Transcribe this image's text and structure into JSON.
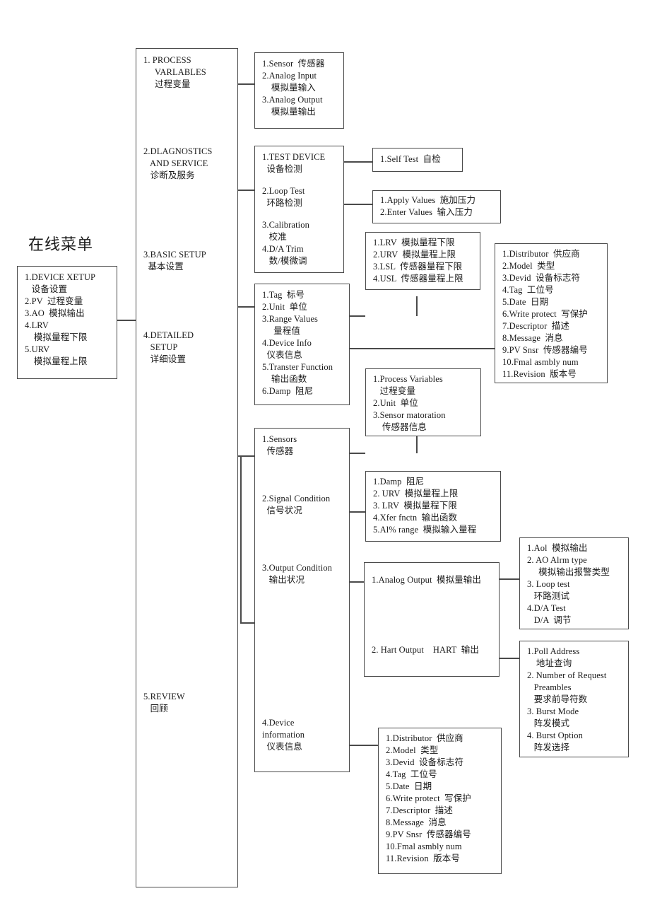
{
  "diagram": {
    "title": "在线菜单",
    "title_translation": "Online Menu"
  },
  "root_menu": {
    "name": "root-menu-box",
    "lines": [
      "1.DEVICE XETUP",
      "   设备设置",
      "2.PV  过程变量",
      "3.AO  模拟输出",
      "4.LRV",
      "    模拟量程下限",
      "5.URV",
      "    模拟量程上限"
    ]
  },
  "level1": {
    "name": "level1-menu-box",
    "items": [
      {
        "id": "process-variables",
        "lines": [
          "1. PROCESS",
          "     VARLABLES",
          "     过程变量"
        ]
      },
      {
        "id": "diagnostics-and-service",
        "lines": [
          "2.DLAGNOSTICS",
          "   AND SERVICE",
          "   诊断及服务"
        ]
      },
      {
        "id": "basic-setup",
        "lines": [
          "3.BASIC SETUP",
          "  基本设置"
        ]
      },
      {
        "id": "detailed-setup",
        "lines": [
          "4.DETAILED",
          "   SETUP",
          "   详细设置"
        ]
      },
      {
        "id": "review",
        "lines": [
          "5.REVIEW",
          "   回顾"
        ]
      }
    ]
  },
  "process_variables_sub": {
    "name": "process-variables-submenu",
    "lines": [
      "1.Sensor  传感器",
      "2.Analog Input",
      "    模拟量输入",
      "3.Analog Output",
      "    模拟量输出"
    ]
  },
  "diagnostics_sub": {
    "name": "diagnostics-submenu",
    "items": [
      {
        "id": "test-device",
        "lines": [
          "1.TEST DEVICE",
          "  设备检测"
        ]
      },
      {
        "id": "loop-test",
        "lines": [
          "2.Loop Test",
          "  环路检测"
        ]
      },
      {
        "id": "calibration-da-trim",
        "lines": [
          "3.Calibration",
          "   校准",
          "4.D/A Trim",
          "   数/模微调"
        ]
      }
    ]
  },
  "self_test_box": {
    "name": "self-test-box",
    "lines": [
      "1.Self Test  自检"
    ]
  },
  "loop_test_values_box": {
    "name": "loop-test-values-box",
    "lines": [
      "1.Apply Values  施加压力",
      "2.Enter Values  输入压力"
    ]
  },
  "basic_setup_sub": {
    "name": "basic-setup-submenu",
    "lines": [
      "1.Tag  标号",
      "2.Unit  单位",
      "3.Range Values",
      "     量程值",
      "4.Device Info",
      "  仪表信息",
      "5.Transter Function",
      "    输出函数",
      "6.Damp  阻尼"
    ]
  },
  "range_values_box": {
    "name": "range-values-box",
    "lines": [
      "1.LRV  模拟量程下限",
      "2.URV  模拟量程上限",
      "3.LSL  传感器量程下限",
      "4.USL  传感器量程上限"
    ]
  },
  "device_info_box": {
    "name": "device-info-box",
    "lines": [
      "1.Distributor  供应商",
      "2.Model  类型",
      "3.Devid  设备标志符",
      "4.Tag  工位号",
      "5.Date  日期",
      "6.Write protect  写保护",
      "7.Descriptor  描述",
      "8.Message  消息",
      "9.PV Snsr  传感器编号",
      "10.Fmal asmbly num",
      "11.Revision  版本号"
    ]
  },
  "detailed_setup_sub": {
    "name": "detailed-setup-submenu",
    "items": [
      {
        "id": "sensors",
        "lines": [
          "1.Sensors",
          "  传感器"
        ]
      },
      {
        "id": "signal-condition",
        "lines": [
          "2.Signal Condition",
          "  信号状况"
        ]
      },
      {
        "id": "output-condition",
        "lines": [
          "3.Output Condition",
          "   输出状况"
        ]
      },
      {
        "id": "device-information",
        "lines": [
          "4.Device",
          "information",
          "  仪表信息"
        ]
      }
    ]
  },
  "sensors_box": {
    "name": "sensors-detail-box",
    "lines": [
      "1.Process Variables",
      "   过程变量",
      "2.Unit  单位",
      "3.Sensor matoration",
      "    传感器信息"
    ]
  },
  "signal_condition_box": {
    "name": "signal-condition-detail-box",
    "lines": [
      "1.Damp  阻尼",
      "2. URV  模拟量程上限",
      "3. LRV  模拟量程下限",
      "4.Xfer fnctn  输出函数",
      "5.Al% range  模拟输入量程"
    ]
  },
  "output_condition_box": {
    "name": "output-condition-detail-box",
    "items": [
      {
        "id": "analog-output",
        "lines": [
          "1.Analog Output  模拟量输出"
        ]
      },
      {
        "id": "hart-output",
        "lines": [
          "2. Hart Output    HART  输出"
        ]
      }
    ]
  },
  "analog_output_box": {
    "name": "analog-output-detail-box",
    "lines": [
      "1.Aol  模拟输出",
      "2. AO Alrm type",
      "     模拟输出报警类型",
      "3. Loop test",
      "   环路测试",
      "4.D/A Test",
      "   D/A  调节"
    ]
  },
  "hart_output_box": {
    "name": "hart-output-detail-box",
    "lines": [
      "1.Poll Address",
      "    地址查询",
      "2. Number of Request",
      "   Preambles",
      "   要求前导符数",
      "3. Burst Mode",
      "   阵发模式",
      "4. Burst Option",
      "   阵发选择"
    ]
  },
  "device_information_box": {
    "name": "device-information-detail-box",
    "lines": [
      "1.Distributor  供应商",
      "2.Model  类型",
      "3.Devid  设备标志符",
      "4.Tag  工位号",
      "5.Date  日期",
      "6.Write protect  写保护",
      "7.Descriptor  描述",
      "8.Message  消息",
      "9.PV Snsr  传感器编号",
      "10.Fmal asmbly num",
      "11.Revision  版本号"
    ]
  },
  "colors": {
    "line": "#4a4a4a",
    "text": "#1a1a1a",
    "background": "#ffffff"
  }
}
